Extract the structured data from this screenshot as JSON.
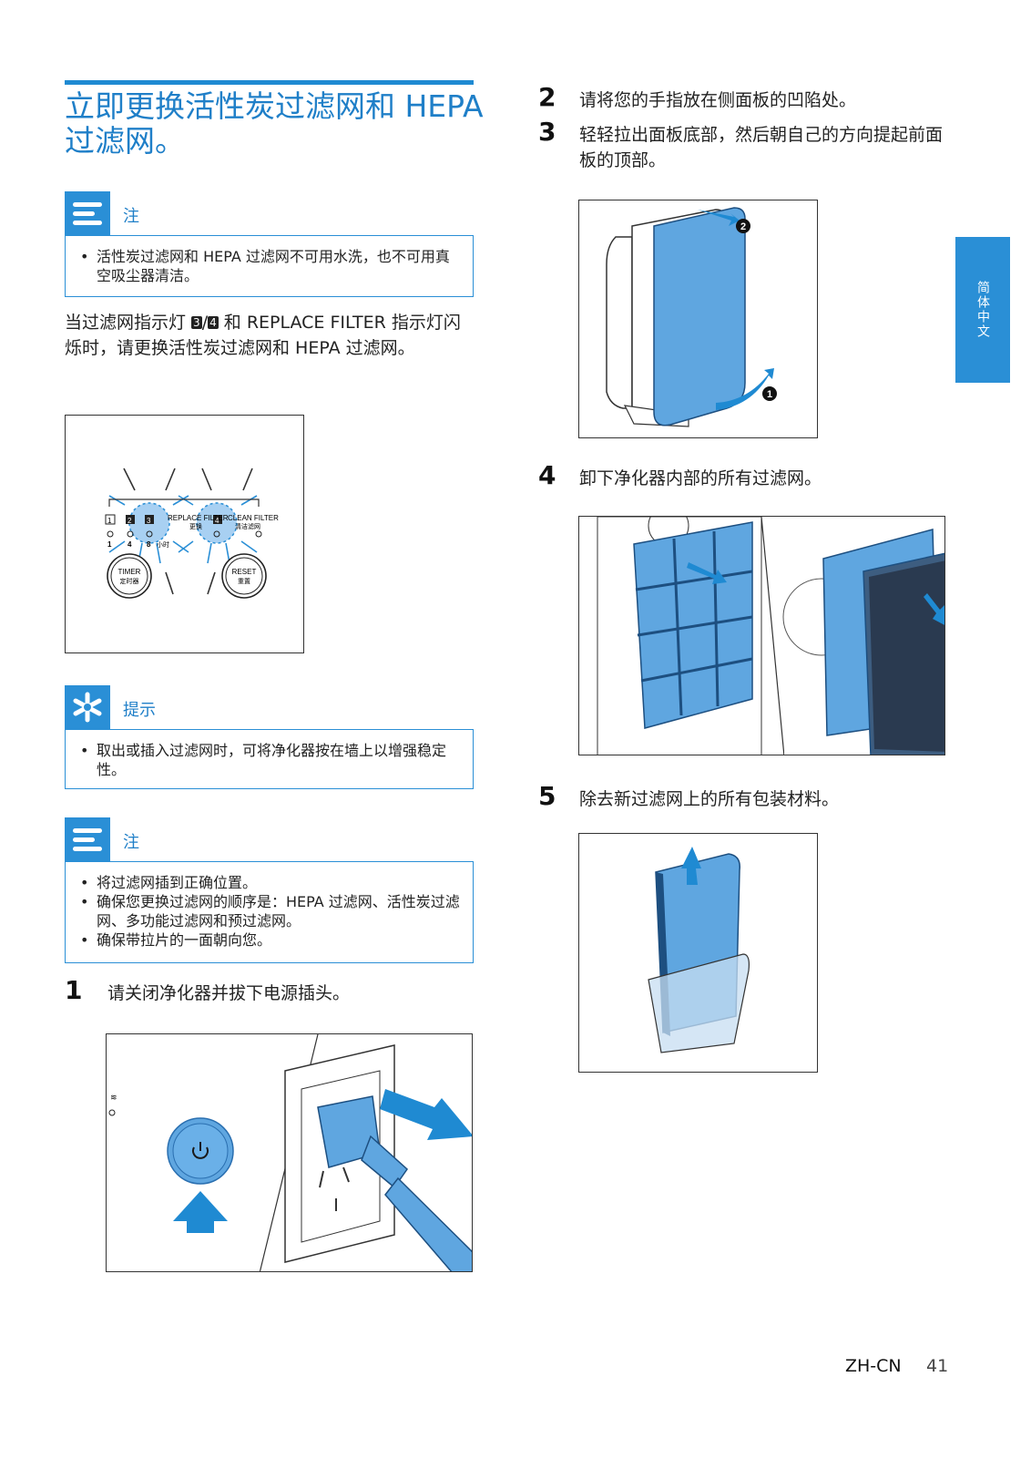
{
  "title": "立即更换活性炭过滤网和 HEPA 过滤网。",
  "note1": {
    "label": "注",
    "items": [
      "活性炭过滤网和 HEPA 过滤网不可用水洗，也不可用真空吸尘器清洁。"
    ]
  },
  "intro": {
    "before": "当过滤网指示灯 ",
    "badge1": "3",
    "slash": "/",
    "badge2": "4",
    "after": " 和 REPLACE FILTER 指示灯闪烁时，请更换活性炭过滤网和 HEPA 过滤网。"
  },
  "panel_figure": {
    "replace_filter_label": "REPLACE FILTER",
    "replace_filter_cn": "更换",
    "clean_filter_label": "CLEAN FILTER",
    "clean_filter_cn": "清洁滤网",
    "timer_label": "TIMER",
    "timer_cn": "定时器",
    "reset_label": "RESET",
    "reset_cn": "重置",
    "indicators": [
      "1",
      "2",
      "3",
      "4"
    ],
    "hour_marks": [
      "1",
      "4",
      "8"
    ],
    "hour_unit": "小时"
  },
  "tip": {
    "label": "提示",
    "items": [
      "取出或插入过滤网时，可将净化器按在墙上以增强稳定性。"
    ]
  },
  "note2": {
    "label": "注",
    "items": [
      "将过滤网插到正确位置。",
      "确保您更换过滤网的顺序是：HEPA 过滤网、活性炭过滤网、多功能过滤网和预过滤网。",
      "确保带拉片的一面朝向您。"
    ]
  },
  "steps": [
    {
      "num": "1",
      "text": "请关闭净化器并拔下电源插头。"
    },
    {
      "num": "2",
      "text": "请将您的手指放在侧面板的凹陷处。"
    },
    {
      "num": "3",
      "text": "轻轻拉出面板底部，然后朝自己的方向提起前面板的顶部。"
    },
    {
      "num": "4",
      "text": "卸下净化器内部的所有过滤网。"
    },
    {
      "num": "5",
      "text": "除去新过滤网上的所有包装材料。"
    }
  ],
  "callouts": [
    "2",
    "1"
  ],
  "side_tab": "简体中文",
  "footer": {
    "code": "ZH-CN",
    "page": "41"
  },
  "colors": {
    "accent": "#2a8fd6",
    "title": "#1f7fc8",
    "filter_blue": "#5fa6e0"
  }
}
